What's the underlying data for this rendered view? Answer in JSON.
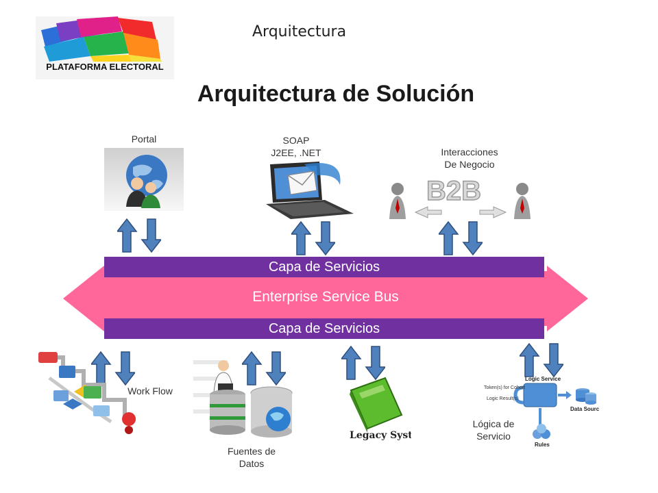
{
  "header": {
    "logo_text": "PLATAFORMA ELECTORAL",
    "topic": "Arquitectura",
    "title": "Arquitectura de Solución"
  },
  "top_components": [
    {
      "label": "Portal",
      "icon": "globe-users-icon"
    },
    {
      "label": "SOAP\nJ2EE, .NET",
      "icon": "laptop-email-icon"
    },
    {
      "label": "Interacciones\nDe Negocio",
      "icon": "b2b-icon"
    }
  ],
  "bus": {
    "upper_layer": "Capa de Servicios",
    "bus_label": "Enterprise Service Bus",
    "lower_layer": "Capa de Servicios"
  },
  "bottom_components": [
    {
      "label": "Work Flow",
      "icon": "workflow-icon"
    },
    {
      "label": "Fuentes de\nDatos",
      "icon": "database-icon"
    },
    {
      "label": "",
      "icon": "legacy-system-icon",
      "image_text": "Legacy System"
    },
    {
      "label": "Lógica de\nServicio",
      "icon": "logic-service-icon",
      "image_texts": {
        "logic_service": "Logic Service",
        "data_sources": "Data Sources",
        "rules": "Rules",
        "tokens": "Token(s) for Cohort",
        "results": "Logic Result(s)"
      }
    }
  ],
  "colors": {
    "layer": "#7030a0",
    "bus": "#ff6699",
    "arrow": "#4f81bd",
    "arrow_border": "#2f4f7f"
  }
}
